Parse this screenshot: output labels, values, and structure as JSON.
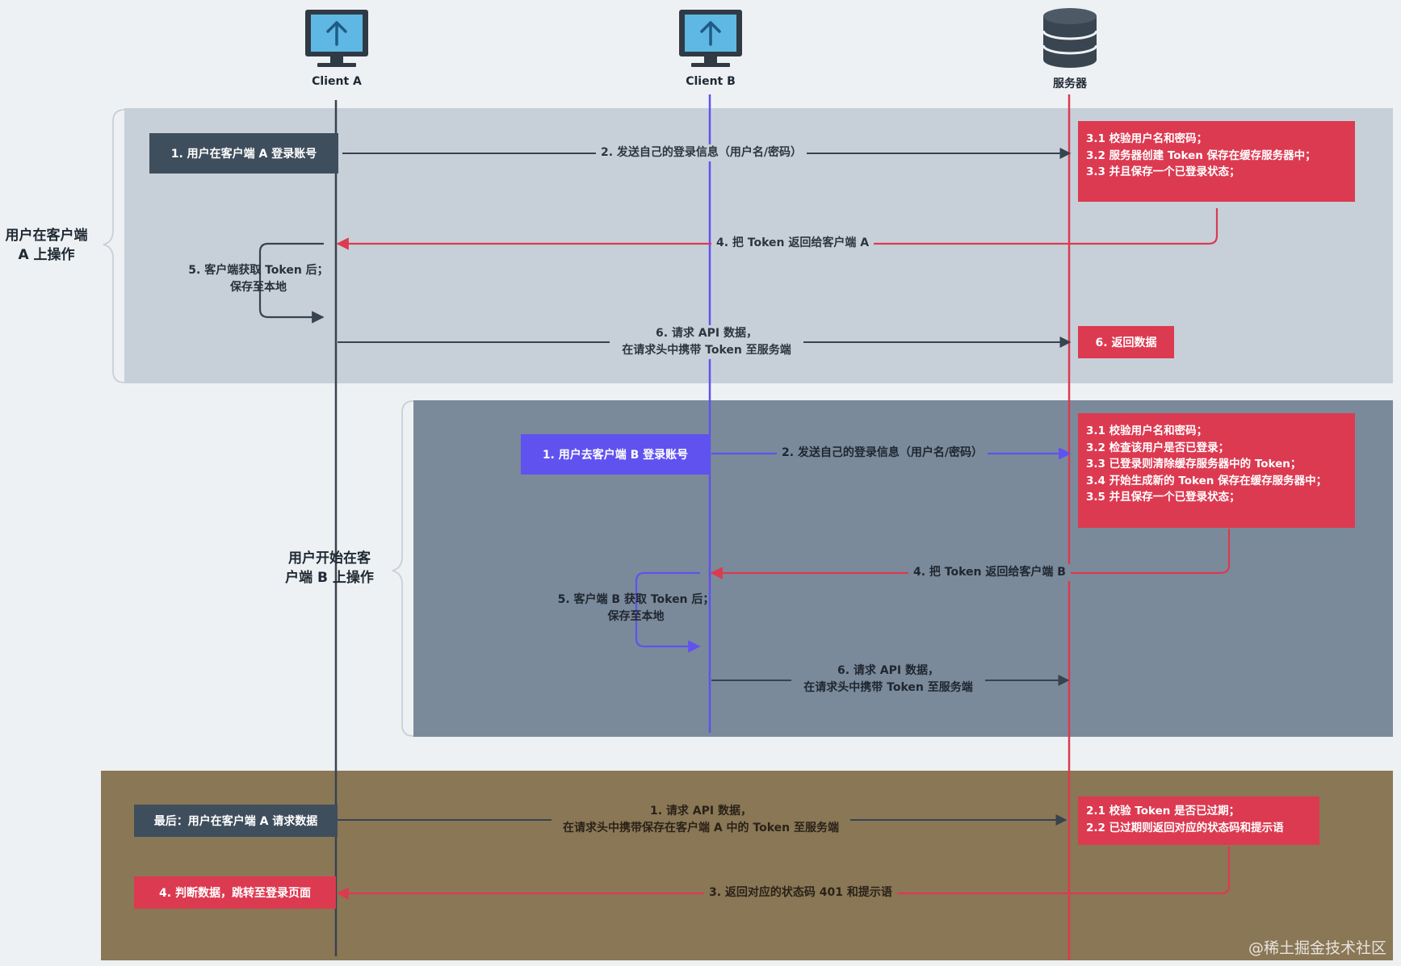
{
  "actors": {
    "client_a": "Client A",
    "client_b": "Client B",
    "server": "服务器"
  },
  "section_a": {
    "side_label": [
      "用户在客户端",
      "A 上操作"
    ],
    "step1": "1. 用户在客户端 A 登录账号",
    "step2": "2. 发送自己的登录信息（用户名/密码）",
    "step3": [
      "3.1 校验用户名和密码；",
      "3.2 服务器创建 Token 保存在缓存服务器中；",
      "3.3 并且保存一个已登录状态；"
    ],
    "step4": "4. 把 Token 返回给客户端 A",
    "step5": [
      "5. 客户端获取 Token 后；",
      "保存至本地"
    ],
    "step6": [
      "6. 请求 API 数据，",
      "在请求头中携带 Token 至服务端"
    ],
    "step6_reply": "6. 返回数据"
  },
  "section_b": {
    "side_label": [
      "用户开始在客",
      "户端 B 上操作"
    ],
    "step1": "1. 用户去客户端 B 登录账号",
    "step2": "2. 发送自己的登录信息（用户名/密码）",
    "step3": [
      "3.1 校验用户名和密码；",
      "3.2 检查该用户是否已登录；",
      "3.3 已登录则清除缓存服务器中的 Token；",
      "3.4 开始生成新的 Token 保存在缓存服务器中；",
      "3.5 并且保存一个已登录状态；"
    ],
    "step4": "4. 把 Token 返回给客户端 B",
    "step5": [
      "5. 客户端 B 获取 Token 后；",
      "保存至本地"
    ],
    "step6": [
      "6. 请求 API 数据，",
      "在请求头中携带 Token 至服务端"
    ]
  },
  "section_c": {
    "final_step": "最后：用户在客户端 A 请求数据",
    "step1": [
      "1. 请求 API 数据，",
      "在请求头中携带保存在客户端 A 中的 Token 至服务端"
    ],
    "step2": [
      "2.1 校验 Token 是否已过期；",
      "2.2 已过期则返回对应的状态码和提示语"
    ],
    "step3": "3. 返回对应的状态码 401 和提示语",
    "step4": "4. 判断数据，跳转至登录页面"
  },
  "watermark": "@稀土掘金技术社区",
  "colors": {
    "slate": "#3f4e5c",
    "violet": "#6052ef",
    "red": "#dc3a51",
    "panel_a": "#c7d0d9",
    "panel_b": "#7b8a9a",
    "panel_c": "#8a7756"
  },
  "icons": {
    "client_a": "monitor-upload-icon",
    "client_b": "monitor-upload-icon",
    "server": "database-icon"
  }
}
